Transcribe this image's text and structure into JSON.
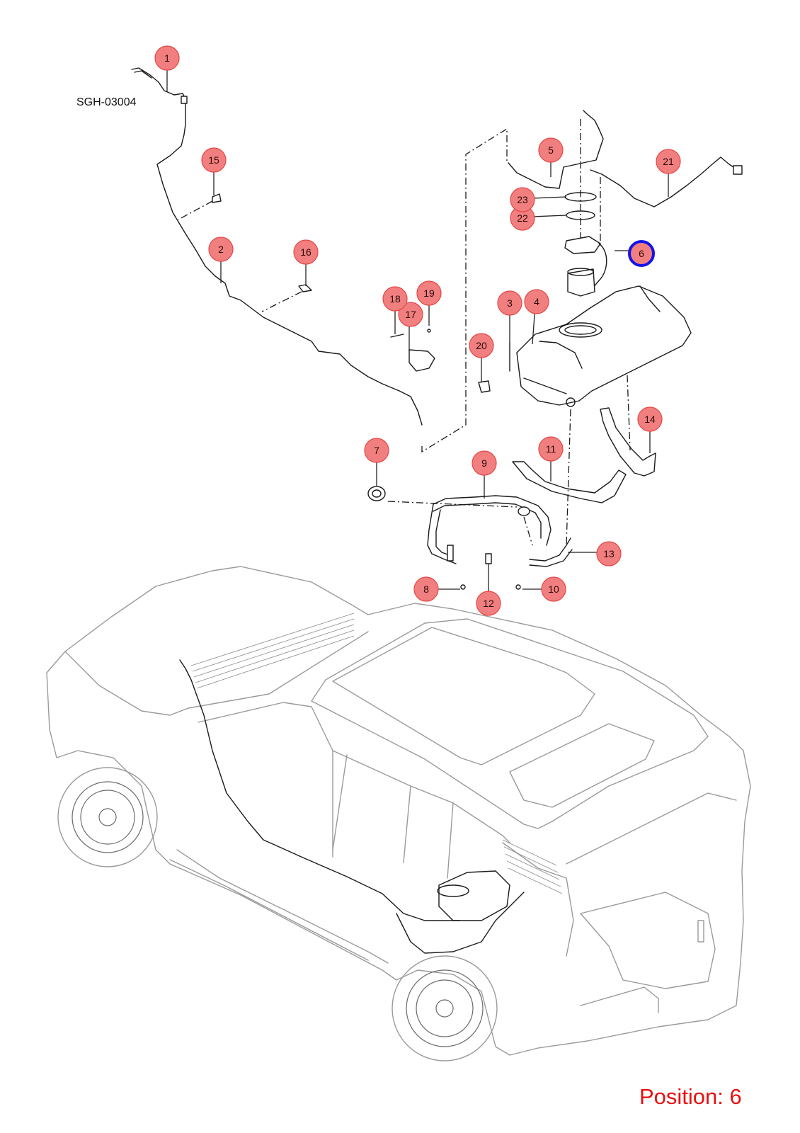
{
  "diagram_code": "SGH-03004",
  "position_label": "Position: 6",
  "selected_callout": "6",
  "colors": {
    "callout_fill": "#f27f7f",
    "callout_stroke": "#e64646",
    "selected_stroke": "#1414e6",
    "position_text": "#e81010"
  },
  "callouts": [
    "1",
    "2",
    "3",
    "4",
    "5",
    "6",
    "7",
    "8",
    "9",
    "10",
    "11",
    "12",
    "13",
    "14",
    "15",
    "16",
    "17",
    "18",
    "19",
    "20",
    "21",
    "22",
    "23"
  ]
}
